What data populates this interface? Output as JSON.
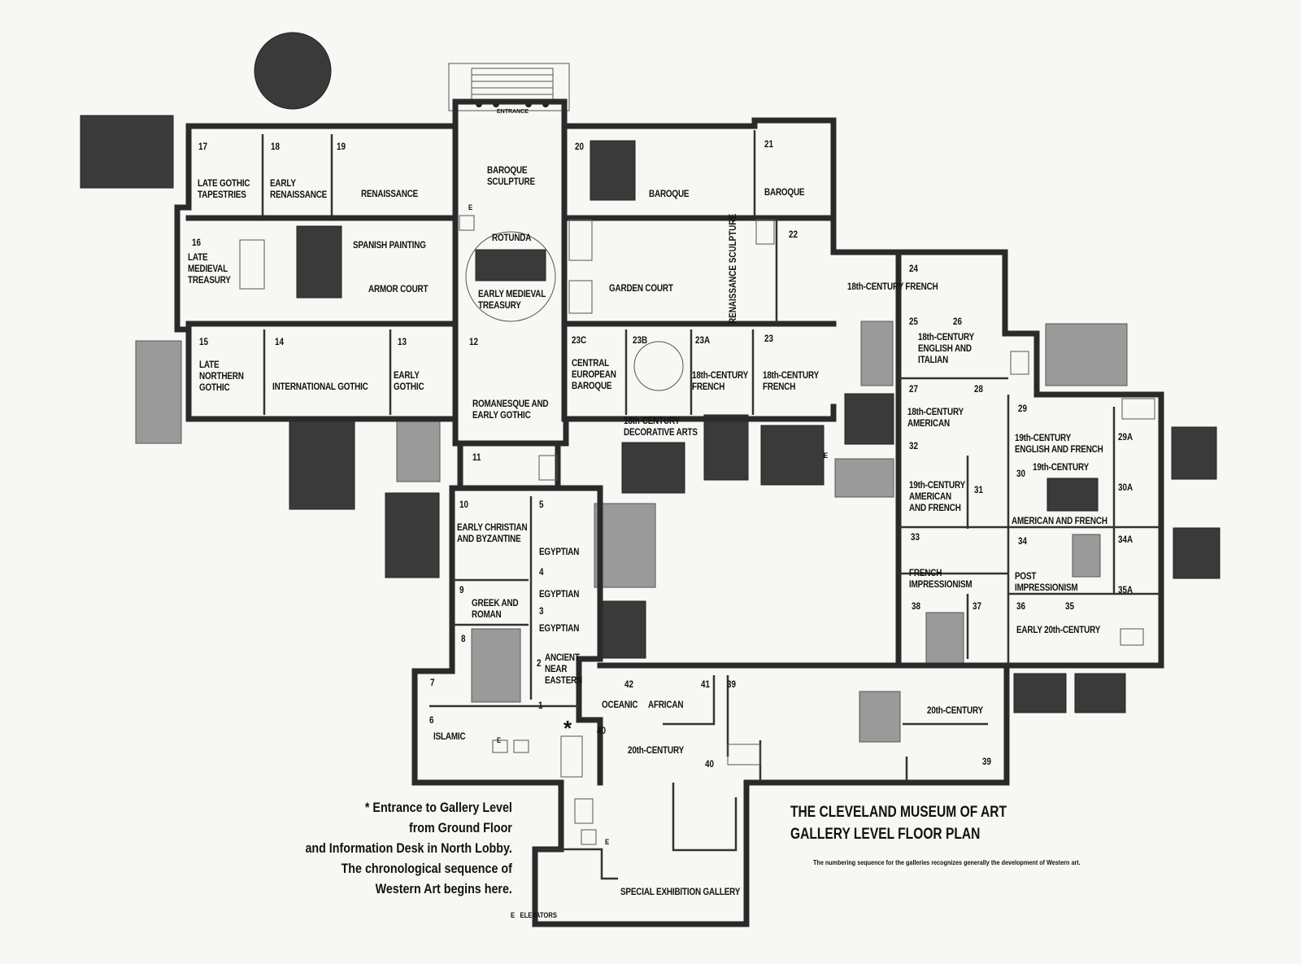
{
  "title": "THE CLEVELAND MUSEUM OF ART",
  "subtitle": "GALLERY LEVEL FLOOR PLAN",
  "note": "The numbering sequence for the galleries recognizes generally the development of Western art.",
  "entrance_label": "ENTRANCE",
  "asterisk": "*",
  "entrance_note": [
    "* Entrance to Gallery Level",
    "from Ground Floor",
    "and Information Desk in North Lobby.",
    "The chronological sequence of",
    "Western Art begins here."
  ],
  "legend": "E   ELEVATORS",
  "elevator_marks": [
    "E",
    "E",
    "E",
    "E"
  ],
  "galleries": [
    {
      "id": "g17",
      "number": "17",
      "name": "LATE GOTHIC\nTAPESTRIES"
    },
    {
      "id": "g18",
      "number": "18",
      "name": "EARLY\nRENAISSANCE"
    },
    {
      "id": "g19",
      "number": "19",
      "name": "RENAISSANCE"
    },
    {
      "id": "g-baroque-sculpture",
      "number": "",
      "name": "BAROQUE\nSCULPTURE"
    },
    {
      "id": "g20",
      "number": "20",
      "name": "BAROQUE"
    },
    {
      "id": "g21",
      "number": "21",
      "name": "BAROQUE"
    },
    {
      "id": "g16",
      "number": "16",
      "name": "LATE\nMEDIEVAL\nTREASURY"
    },
    {
      "id": "g-spanish",
      "number": "",
      "name": "SPANISH PAINTING"
    },
    {
      "id": "g-armor",
      "number": "",
      "name": "ARMOR COURT"
    },
    {
      "id": "g-rotunda",
      "number": "",
      "name": "ROTUNDA"
    },
    {
      "id": "g-early-medieval",
      "number": "",
      "name": "EARLY MEDIEVAL\nTREASURY"
    },
    {
      "id": "g-garden",
      "number": "",
      "name": "GARDEN COURT"
    },
    {
      "id": "g22",
      "number": "22",
      "name": ""
    },
    {
      "id": "g24",
      "number": "24",
      "name": "18th-CENTURY FRENCH"
    },
    {
      "id": "g15",
      "number": "15",
      "name": "LATE\nNORTHERN\nGOTHIC"
    },
    {
      "id": "g14",
      "number": "14",
      "name": "INTERNATIONAL GOTHIC"
    },
    {
      "id": "g13",
      "number": "13",
      "name": "EARLY\nGOTHIC"
    },
    {
      "id": "g12",
      "number": "12",
      "name": "ROMANESQUE AND\nEARLY GOTHIC"
    },
    {
      "id": "g23c",
      "number": "23C",
      "name": "CENTRAL\nEUROPEAN\nBAROQUE"
    },
    {
      "id": "g23b",
      "number": "23B",
      "name": ""
    },
    {
      "id": "g23a",
      "number": "23A",
      "name": "18th-CENTURY\nFRENCH"
    },
    {
      "id": "g23",
      "number": "23",
      "name": "18th-CENTURY\nFRENCH"
    },
    {
      "id": "g25",
      "number": "25",
      "name": ""
    },
    {
      "id": "g26",
      "number": "26",
      "name": "18th-CENTURY\nENGLISH AND\nITALIAN"
    },
    {
      "id": "g27",
      "number": "27",
      "name": "18th-CENTURY\nAMERICAN"
    },
    {
      "id": "g28",
      "number": "28",
      "name": ""
    },
    {
      "id": "g-dec-arts",
      "number": "",
      "name": "18th-CENTURY\nDECORATIVE ARTS"
    },
    {
      "id": "g11",
      "number": "11",
      "name": ""
    },
    {
      "id": "g29",
      "number": "29",
      "name": "19th-CENTURY\nENGLISH AND FRENCH"
    },
    {
      "id": "g29a",
      "number": "29A",
      "name": ""
    },
    {
      "id": "g30",
      "number": "30",
      "name": "19th-CENTURY"
    },
    {
      "id": "g30a",
      "number": "30A",
      "name": ""
    },
    {
      "id": "g32",
      "number": "32",
      "name": ""
    },
    {
      "id": "g31",
      "number": "31",
      "name": "19th-CENTURY\nAMERICAN\nAND FRENCH"
    },
    {
      "id": "g-am-fr",
      "number": "",
      "name": "AMERICAN AND FRENCH"
    },
    {
      "id": "g10",
      "number": "10",
      "name": "EARLY CHRISTIAN\nAND BYZANTINE"
    },
    {
      "id": "g5",
      "number": "5",
      "name": "EGYPTIAN"
    },
    {
      "id": "g4",
      "number": "4",
      "name": "EGYPTIAN"
    },
    {
      "id": "g3",
      "number": "3",
      "name": "EGYPTIAN"
    },
    {
      "id": "g9",
      "number": "9",
      "name": "GREEK AND\nROMAN"
    },
    {
      "id": "g8",
      "number": "8",
      "name": ""
    },
    {
      "id": "g2",
      "number": "2",
      "name": "ANCIENT\nNEAR\nEASTERN"
    },
    {
      "id": "g33",
      "number": "33",
      "name": ""
    },
    {
      "id": "g34",
      "number": "34",
      "name": ""
    },
    {
      "id": "g34a",
      "number": "34A",
      "name": ""
    },
    {
      "id": "g-french-imp",
      "number": "",
      "name": "FRENCH\nIMPRESSIONISM"
    },
    {
      "id": "g-post-imp",
      "number": "",
      "name": "POST\nIMPRESSIONISM"
    },
    {
      "id": "g35a",
      "number": "35A",
      "name": ""
    },
    {
      "id": "g38",
      "number": "38",
      "name": ""
    },
    {
      "id": "g37",
      "number": "37",
      "name": ""
    },
    {
      "id": "g36",
      "number": "36",
      "name": ""
    },
    {
      "id": "g35",
      "number": "35",
      "name": "EARLY 20th-CENTURY"
    },
    {
      "id": "g7",
      "number": "7",
      "name": ""
    },
    {
      "id": "g42",
      "number": "42",
      "name": "OCEANIC"
    },
    {
      "id": "g41",
      "number": "41",
      "name": "AFRICAN"
    },
    {
      "id": "g39a",
      "number": "39",
      "name": ""
    },
    {
      "id": "g1",
      "number": "1",
      "name": ""
    },
    {
      "id": "g6",
      "number": "6",
      "name": "ISLAMIC"
    },
    {
      "id": "g40a",
      "number": "40",
      "name": "20th-CENTURY"
    },
    {
      "id": "g40b",
      "number": "40",
      "name": ""
    },
    {
      "id": "g20c",
      "number": "",
      "name": "20th-CENTURY"
    },
    {
      "id": "g39b",
      "number": "39",
      "name": ""
    },
    {
      "id": "g-special",
      "number": "",
      "name": "SPECIAL EXHIBITION GALLERY"
    }
  ],
  "vertical_label": "RENAISSANCE SCULPTURE"
}
